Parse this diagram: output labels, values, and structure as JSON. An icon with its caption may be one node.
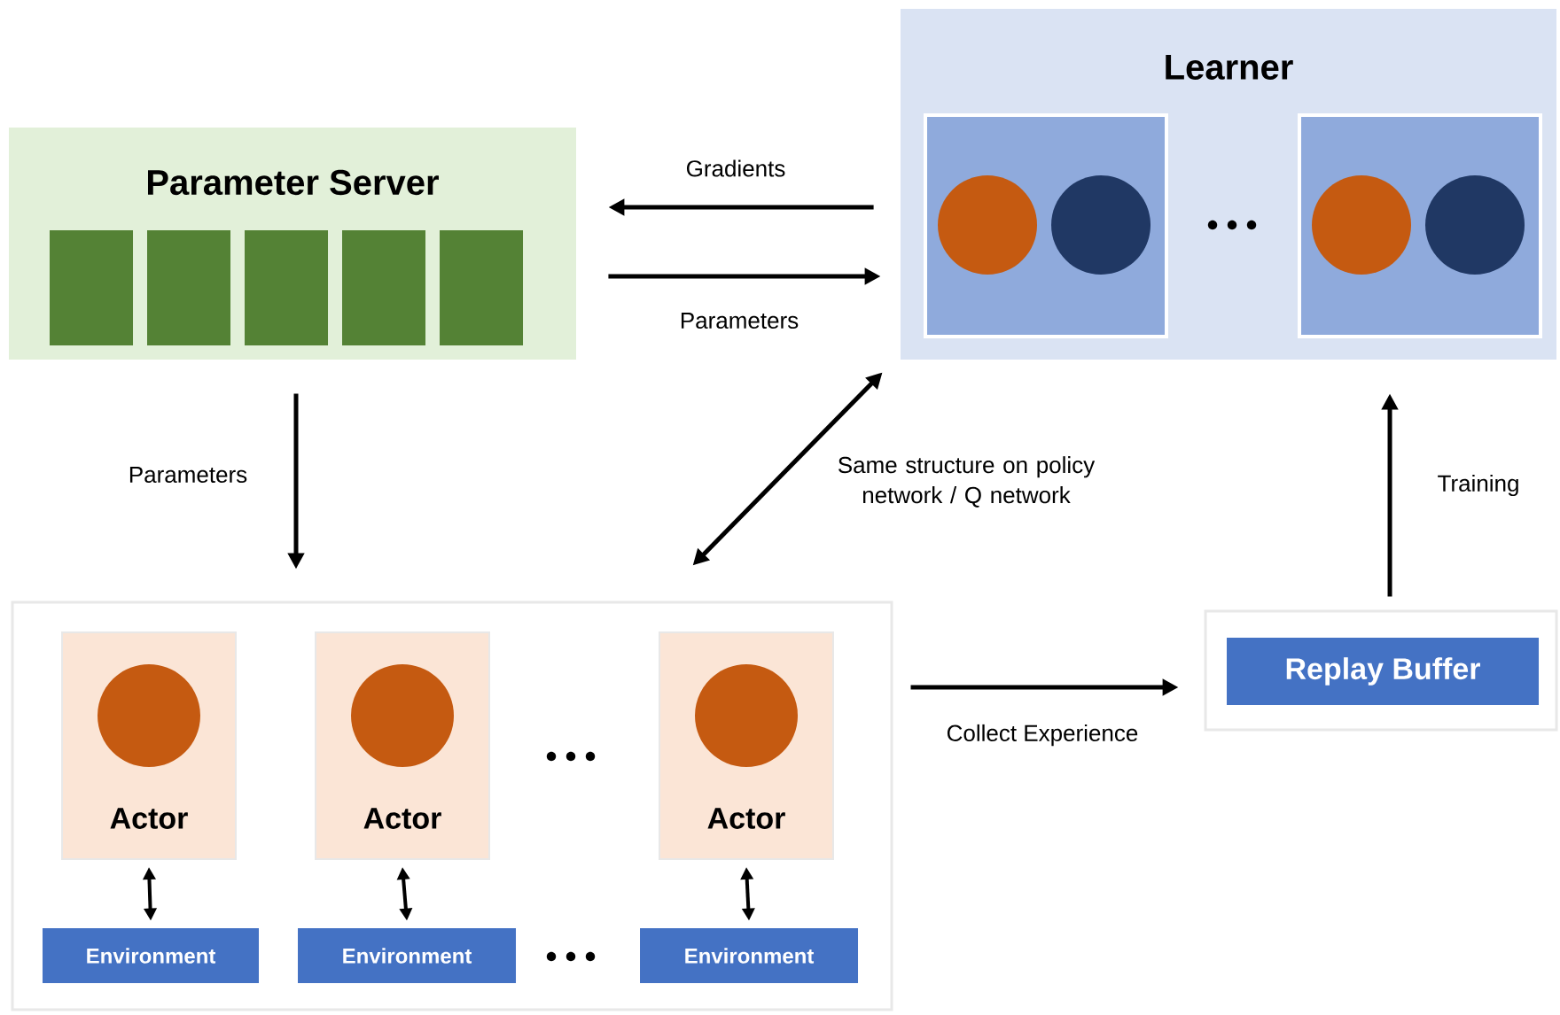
{
  "diagram": {
    "nodes": [
      {
        "text": [
          "Parameter Server"
        ]
      },
      {
        "text": [
          "Learner"
        ]
      },
      {
        "text": [],
        "shape": "box"
      },
      {
        "text": [
          "Actor"
        ],
        "in": 2
      },
      {
        "text": [
          "Actor"
        ],
        "in": 2
      },
      {
        "text": [
          "Actor"
        ],
        "in": 2
      },
      {
        "text": [
          "Environment"
        ],
        "in": 2
      },
      {
        "text": [
          "Environment"
        ],
        "in": 2
      },
      {
        "text": [
          "Environment"
        ],
        "in": 2
      },
      {
        "text": [
          "Replay Buffer"
        ]
      }
    ],
    "edges": [
      {
        "from": 1,
        "to": 0,
        "arrow": "to",
        "label": "Gradients"
      },
      {
        "from": 0,
        "to": 1,
        "arrow": "to",
        "label": "Parameters"
      },
      {
        "from": 0,
        "to": 2,
        "arrow": "to",
        "label": "Parameters"
      },
      {
        "from": 1,
        "to": 2,
        "arrow": "both",
        "label": "Same structure on policy network / Q network"
      },
      {
        "from": 2,
        "to": 9,
        "arrow": "to",
        "label": "Collect Experience"
      },
      {
        "from": 9,
        "to": 1,
        "arrow": "to",
        "label": "Training"
      },
      {
        "from": 3,
        "to": 6,
        "arrow": "both"
      },
      {
        "from": 4,
        "to": 7,
        "arrow": "both"
      },
      {
        "from": 5,
        "to": 8,
        "arrow": "both"
      }
    ]
  }
}
